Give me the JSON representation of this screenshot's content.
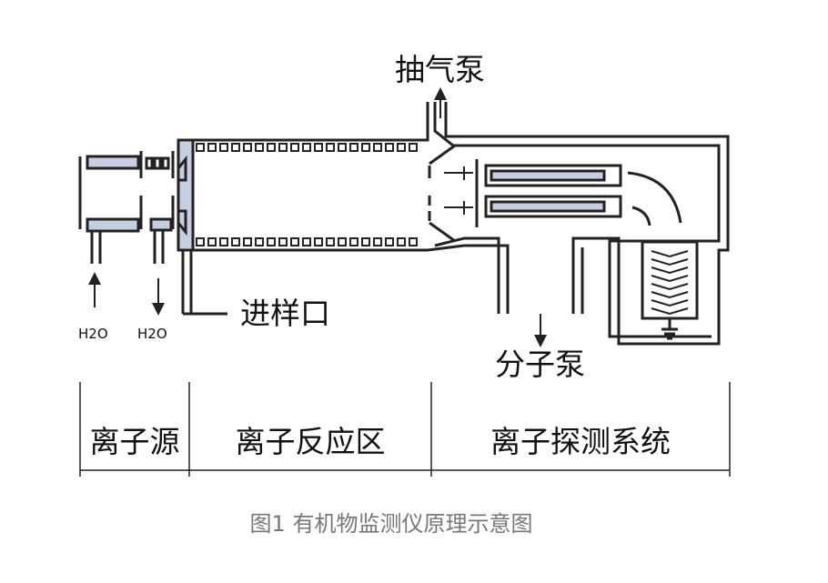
{
  "diagram": {
    "labels": {
      "pump_top": "抽气泵",
      "inlet": "进样口",
      "pump_bottom": "分子泵",
      "water_in": "H2O",
      "water_out": "H2O"
    },
    "sections": [
      "离子源",
      "离子反应区",
      "离子探测系统"
    ],
    "caption": "图1 有机物监测仪原理示意图",
    "colors": {
      "stroke": "#222222",
      "fill_blue": "#c6cfe2",
      "caption": "#777777"
    }
  }
}
